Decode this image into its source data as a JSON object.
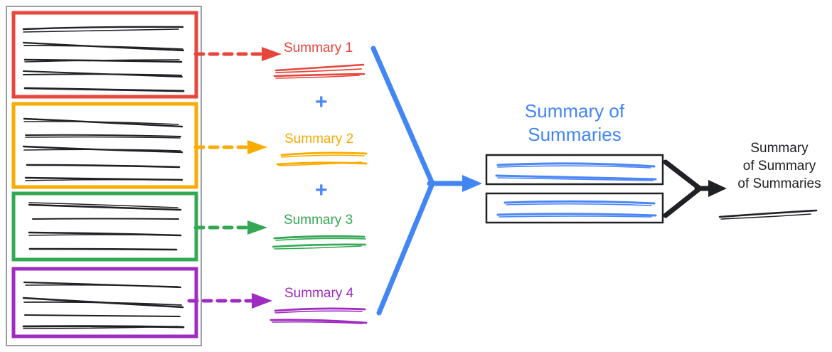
{
  "diagram": {
    "title_semantics": "hierarchical-summarization-pipeline",
    "background_color": "#ffffff"
  },
  "colors": {
    "red": "#e8453c",
    "orange": "#f9ab00",
    "green": "#34a853",
    "purple": "#a02bc0",
    "blue": "#4285f4",
    "blue_scribble": "#4a86f7",
    "black": "#202124",
    "gray_border": "#9aa0a6",
    "box_border": "#202124"
  },
  "source_panel": {
    "name": "document-collection",
    "outer_border_color": "#9aa0a6",
    "groups": [
      {
        "id": "group-1",
        "color": "#e8453c",
        "line_count": 5,
        "name": "document-group-red"
      },
      {
        "id": "group-2",
        "color": "#f9ab00",
        "line_count": 5,
        "name": "document-group-orange"
      },
      {
        "id": "group-3",
        "color": "#34a853",
        "line_count": 4,
        "name": "document-group-green"
      },
      {
        "id": "group-4",
        "color": "#a02bc0",
        "line_count": 4,
        "name": "document-group-purple"
      }
    ]
  },
  "summaries": [
    {
      "label": "Summary 1",
      "color": "#e8453c",
      "arrow_style": "dashed",
      "scribble_lines": 3
    },
    {
      "label": "Summary 2",
      "color": "#f9ab00",
      "arrow_style": "dashed",
      "scribble_lines": 3
    },
    {
      "label": "Summary 3",
      "color": "#34a853",
      "arrow_style": "dashed",
      "scribble_lines": 3
    },
    {
      "label": "Summary 4",
      "color": "#a02bc0",
      "arrow_style": "dashed",
      "scribble_lines": 3
    }
  ],
  "operators": [
    {
      "symbol": "+",
      "color": "#4a86f7",
      "between": "Summary 1 and Summary 2"
    },
    {
      "symbol": "+",
      "color": "#4a86f7",
      "between": "Summary 3 and Summary 4"
    }
  ],
  "merge_stage": {
    "name": "summary-of-summaries",
    "heading_line_1": "Summary of",
    "heading_line_2": "Summaries",
    "heading_color": "#4285f4",
    "connector_color": "#4285f4",
    "connector_type": "converging-arrow",
    "boxes": [
      {
        "id": "sos-box-1",
        "scribble_lines": 2,
        "scribble_color": "#4a86f7",
        "border_color": "#202124"
      },
      {
        "id": "sos-box-2",
        "scribble_lines": 2,
        "scribble_color": "#4a86f7",
        "border_color": "#202124"
      }
    ]
  },
  "final_stage": {
    "name": "summary-of-summary-of-summaries",
    "heading_line_1": "Summary",
    "heading_line_2": "of Summary",
    "heading_line_3": "of Summaries",
    "heading_color": "#202124",
    "connector_color": "#202124",
    "connector_type": "converging-arrow",
    "scribble_lines": 1,
    "scribble_color": "#202124"
  }
}
